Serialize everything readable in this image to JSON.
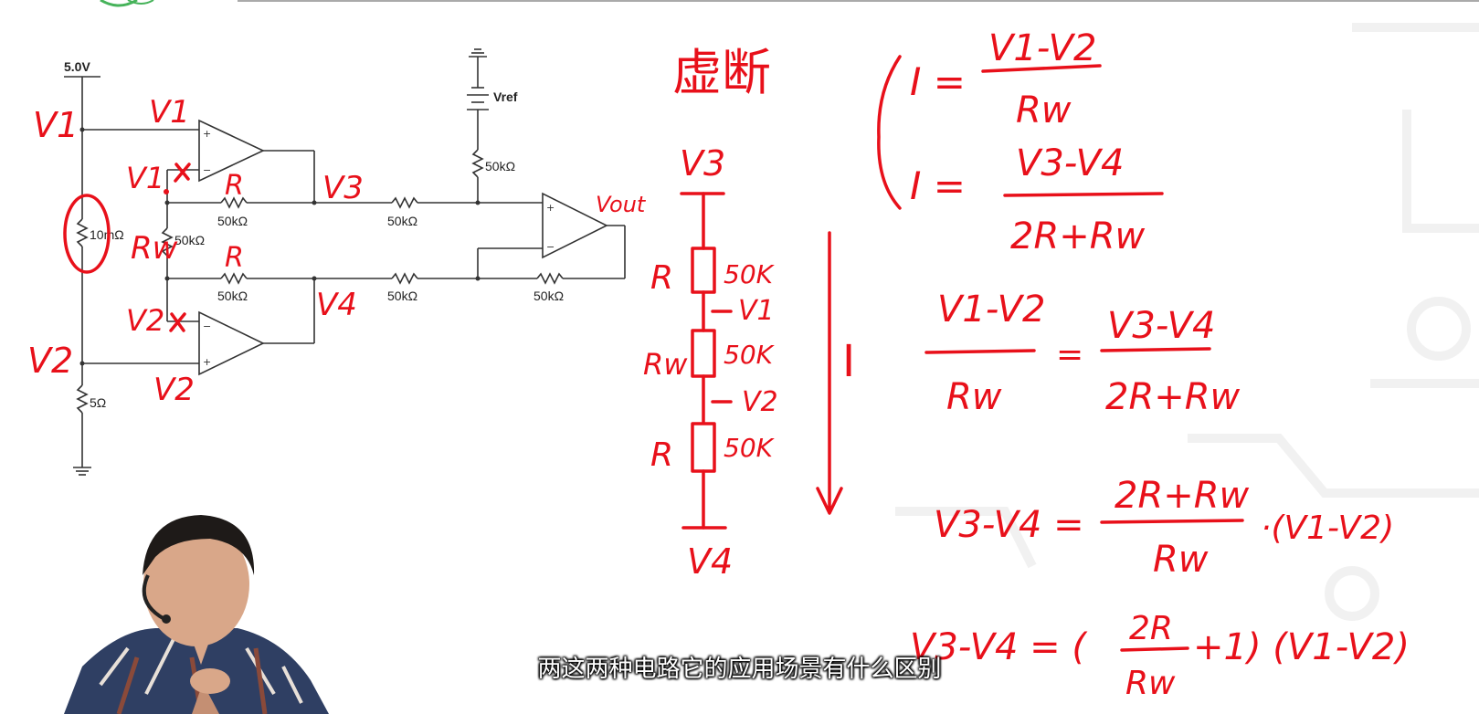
{
  "schematic": {
    "supply_label": "5.0V",
    "vref_label": "Vref",
    "shunt_resistor": "10mΩ",
    "ground_resistor": "5Ω",
    "rg_resistor": "50kΩ",
    "r_top_left": "50kΩ",
    "r_top_mid": "50kΩ",
    "r_vref": "50kΩ",
    "r_bot_left": "50kΩ",
    "r_bot_mid": "50kΩ",
    "r_feedback": "50kΩ"
  },
  "annotations": {
    "v1_left": "V1",
    "v1_top": "V1",
    "v1_inv": "V1",
    "v2_left": "V2",
    "v2_inv": "V2",
    "v2_bottom": "V2",
    "v3": "V3",
    "v4": "V4",
    "vout": "Vout",
    "r_top": "R",
    "r_bot": "R",
    "rw": "Rw",
    "virtual_short": "虚断"
  },
  "divider": {
    "top": "V3",
    "r1_label": "R",
    "r1_value": "50K",
    "node_v1": "V1",
    "rw_label": "Rw",
    "rw_value": "50K",
    "node_v2": "V2",
    "r2_label": "R",
    "r2_value": "50K",
    "bottom": "V4",
    "current": "I"
  },
  "equations": {
    "eq1_lhs": "I =",
    "eq1_num": "V1-V2",
    "eq1_den": "Rw",
    "eq2_lhs": "I =",
    "eq2_num": "V3-V4",
    "eq2_den": "2R+Rw",
    "eq3_lnum": "V1-V2",
    "eq3_lden": "Rw",
    "eq3_eq": "=",
    "eq3_rnum": "V3-V4",
    "eq3_rden": "2R+Rw",
    "eq4_lhs": "V3-V4 =",
    "eq4_num": "2R+Rw",
    "eq4_den": "Rw",
    "eq4_tail": "·(V1-V2)",
    "eq5_lhs": "V3-V4 = (",
    "eq5_num": "2R",
    "eq5_den": "Rw",
    "eq5_tail": "+1) (V1-V2)"
  },
  "subtitle": "两这两种电路它的应用场景有什么区别",
  "colors": {
    "ink": "#e8101a",
    "wire": "#333333",
    "subtitle": "#ffffff"
  }
}
